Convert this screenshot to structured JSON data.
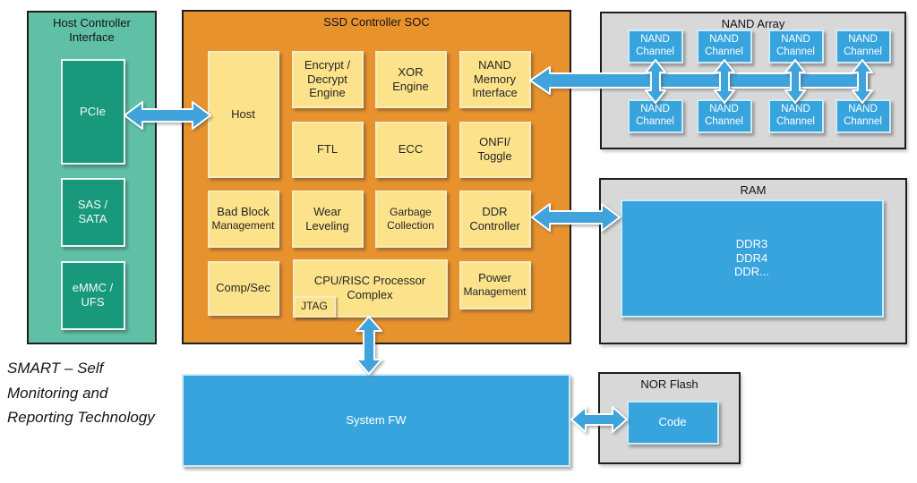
{
  "diagram": {
    "host_controller": {
      "title": "Host Controller\nInterface",
      "pcie": "PCIe",
      "sas_sata": "SAS /\nSATA",
      "emmc_ufs": "eMMC /\nUFS"
    },
    "soc": {
      "title": "SSD Controller SOC",
      "host": "Host",
      "encrypt": "Encrypt /\nDecrypt\nEngine",
      "xor": "XOR\nEngine",
      "nand_mem_if": "NAND\nMemory\nInterface",
      "ftl": "FTL",
      "ecc": "ECC",
      "onfi": "ONFI/\nToggle",
      "bad_block": "Bad Block",
      "bad_block_sub": "Management",
      "wear": "Wear\nLeveling",
      "garbage": "Garbage\nCollection",
      "ddr_ctrl": "DDR\nController",
      "comp_sec": "Comp/Sec",
      "cpu": "CPU/RISC Processor\nComplex",
      "jtag": "JTAG",
      "power": "Power",
      "power_sub": "Management"
    },
    "nand_array": {
      "title": "NAND Array",
      "channel": "NAND\nChannel"
    },
    "ram": {
      "title": "RAM",
      "ddr_types": "DDR3\nDDR4\nDDR..."
    },
    "nor_flash": {
      "title": "NOR Flash",
      "code": "Code"
    },
    "system_fw": "System FW",
    "smart_note": "SMART – Self\nMonitoring and\nReporting Technology"
  },
  "colors": {
    "teal_panel": "#5FC0A6",
    "teal_box": "#18997B",
    "orange_panel": "#E8922E",
    "yellow_box": "#FCE28A",
    "gray_panel": "#D8D8D8",
    "blue_box": "#37A4DE",
    "arrow": "#3FA3DC"
  }
}
